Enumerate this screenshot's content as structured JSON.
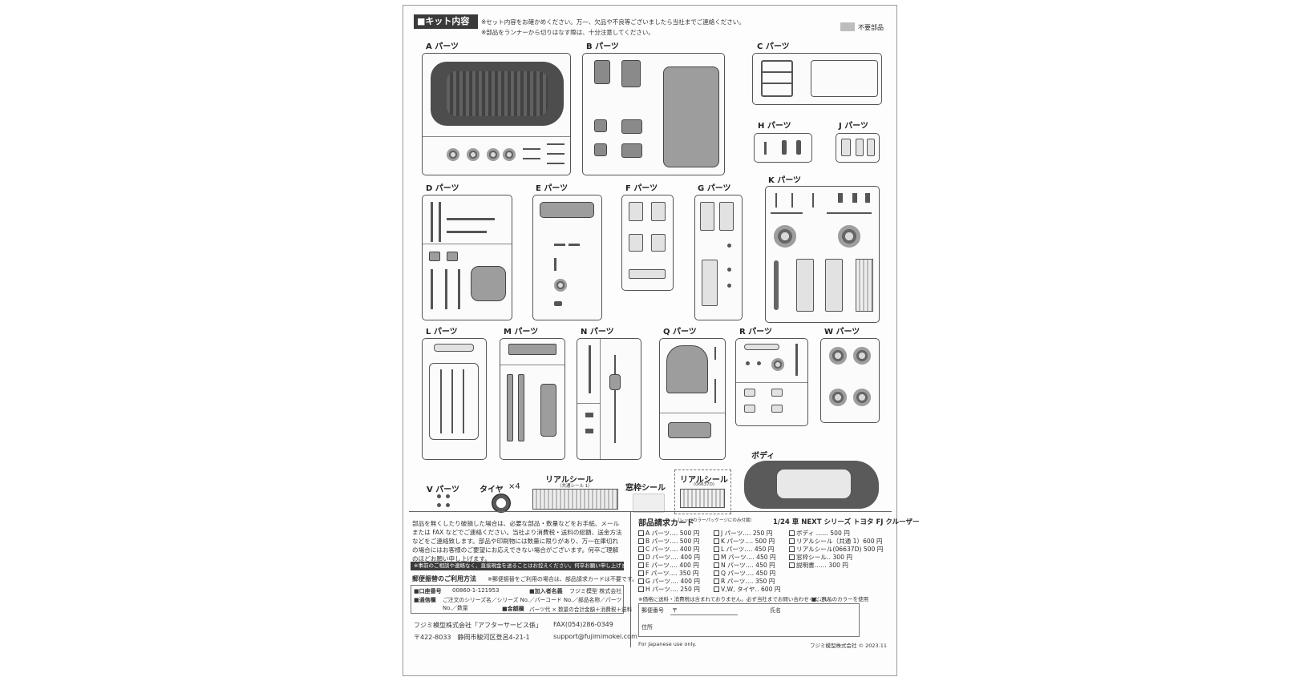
{
  "header": {
    "title": "■キット内容",
    "note1": "※セット内容をお確かめください。万一、欠品や不良等ございましたら当社までご連絡ください。",
    "note2": "※部品をランナーから切りはなす際は、十分注意してください。",
    "legend": "不要部品"
  },
  "parts": {
    "A": "A パーツ",
    "B": "B パーツ",
    "C": "C パーツ",
    "H": "H パーツ",
    "J": "J パーツ",
    "D": "D パーツ",
    "E": "E パーツ",
    "F": "F パーツ",
    "G": "G パーツ",
    "K": "K パーツ",
    "L": "L パーツ",
    "M": "M パーツ",
    "N": "N パーツ",
    "Q": "Q パーツ",
    "R": "R パーツ",
    "W": "W パーツ",
    "V": "V パーツ",
    "tire": "タイヤ",
    "tire_count": "×4",
    "real_seal": "リアルシール",
    "real_seal_sub": "（共通シール 1）",
    "window_seal": "窓枠シール",
    "real_seal2": "リアルシール",
    "real_seal2_code": "(06637D)",
    "red_note": "（レッドカラーパッケージにのみ付属）",
    "body": "ボディ"
  },
  "bottom": {
    "para": "部品を無くしたり破損した場合は、必要な部品・数量などをお手紙、メールまたは FAX などでご連絡ください。当社より消費税・送料の総額、送金方法などをご連絡致します。部品や印刷物には数量に限りがあり、万一在庫切れの場合にはお客様のご要望にお応えできない場合がございます。何卒ご理解のほどお願い申し上げます。",
    "warn": "※事前のご相談や連絡なく、直接現金を送ることはお控えください。何卒お願い申し上げます。",
    "method_title": "郵便振替のご利用方法",
    "method_note": "※郵便振替をご利用の場合は、部品請求カードは不要です。",
    "account_label": "■口座番号",
    "account": "00860-1-121953",
    "holder_label": "■加入者名義",
    "holder": "フジミ模型 株式会社",
    "memo_label": "■通信欄",
    "memo": "ご注文のシリーズ名／シリーズ No.／パーコード No.／部品名称／パーツ No.／数量",
    "total_label": "■金額欄",
    "total": "パーツ代 × 数量の合計金額＋消費税＋送料",
    "company": "フジミ模型株式会社「アフターサービス係」",
    "fax": "FAX(054)286-0349",
    "address": "〒422-8033　静岡市駿河区登呂4-21-1",
    "email": "support@fujimimokei.com"
  },
  "card": {
    "title": "部品請求カード",
    "subtitle": "1/24 車 NEXT シリーズ トヨタ FJ クルーザー",
    "col1": [
      "A パーツ‥‥ 500 円",
      "B パーツ‥‥ 500 円",
      "C パーツ‥‥ 400 円",
      "D パーツ‥‥ 400 円",
      "E パーツ‥‥ 400 円",
      "F パーツ‥‥ 350 円",
      "G パーツ‥‥ 400 円",
      "H パーツ‥‥ 250 円"
    ],
    "col2": [
      "J パーツ‥‥ 250 円",
      "K パーツ‥‥ 500 円",
      "L パーツ‥‥ 450 円",
      "M パーツ‥‥ 450 円",
      "N パーツ‥‥ 450 円",
      "Q パーツ‥‥ 450 円",
      "R パーツ‥‥ 350 円",
      "V,W, タイヤ‥ 600 円"
    ],
    "col3": [
      "ボディ ‥‥‥ 500 円",
      "リアルシール（共通 1）600 円",
      "リアルシール(06637D) 500 円",
      "窓枠シール‥ 300 円",
      "説明書‥‥‥ 300 円"
    ],
    "note1": "※価格に送料・消費税は含まれておりません。必ず当社までお問い合わせください。",
    "note2": "■…表示のカラーを使用",
    "postal_label": "郵便番号",
    "postal_mark": "〒",
    "name_label": "氏名",
    "addr_label": "住所",
    "jp_only": "For Japanese use only.",
    "copyright": "フジミ模型株式会社 © 2023.11"
  }
}
